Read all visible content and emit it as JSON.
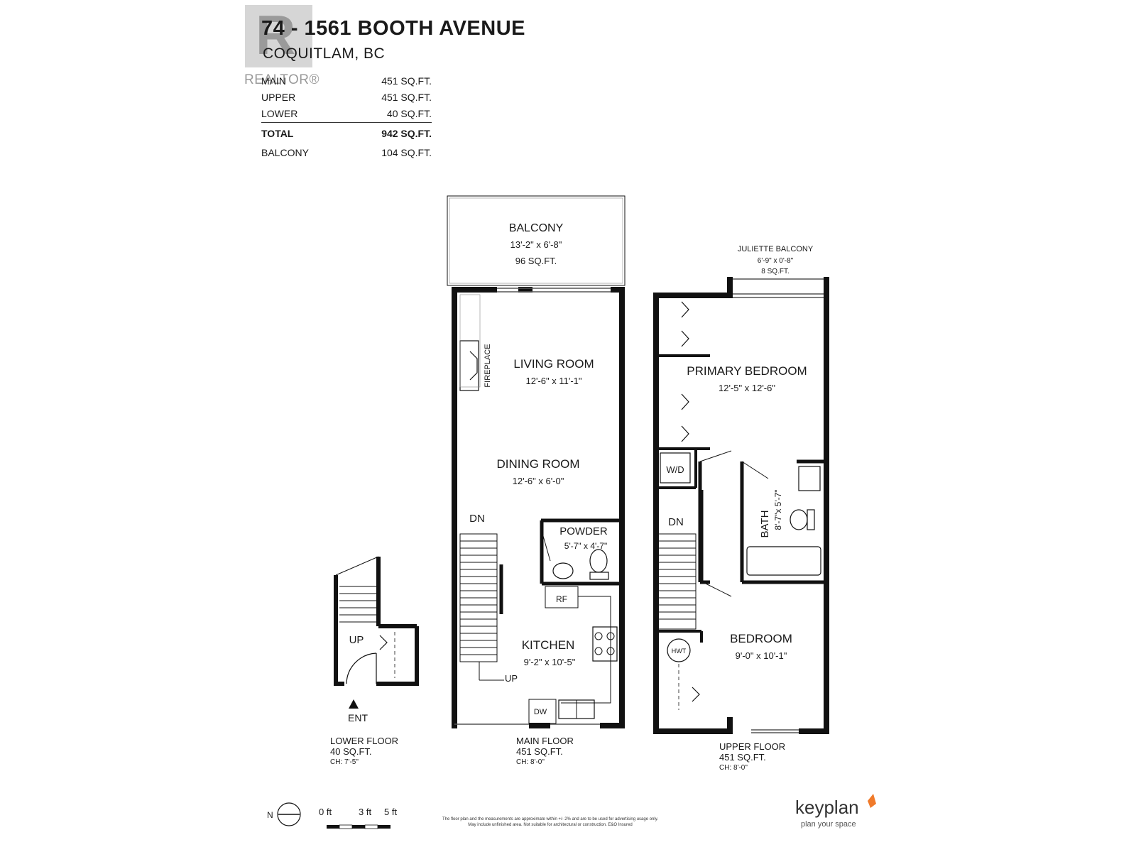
{
  "header": {
    "address": "74 - 1561 BOOTH AVENUE",
    "city": "COQUITLAM, BC",
    "logo_text": "REALTOR®"
  },
  "areas": [
    {
      "label": "MAIN",
      "value": "451 SQ.FT."
    },
    {
      "label": "UPPER",
      "value": "451 SQ.FT."
    },
    {
      "label": "LOWER",
      "value": "40 SQ.FT."
    },
    {
      "label": "TOTAL",
      "value": "942 SQ.FT."
    },
    {
      "label": "BALCONY",
      "value": "104 SQ.FT."
    }
  ],
  "rooms": {
    "balcony": {
      "name": "BALCONY",
      "dims": "13'-2\"  x  6'-8\"",
      "area": "96 SQ.FT."
    },
    "living": {
      "name": "LIVING ROOM",
      "dims": "12'-6\"  x  11'-1\""
    },
    "fireplace": "FIREPLACE",
    "dining": {
      "name": "DINING ROOM",
      "dims": "12'-6\"  x  6'-0\""
    },
    "powder": {
      "name": "POWDER",
      "dims": "5'-7\" x 4'-7\""
    },
    "kitchen": {
      "name": "KITCHEN",
      "dims": "9'-2\"  x  10'-5\""
    },
    "rf": "RF",
    "dw": "DW",
    "juliette": {
      "name": "JULIETTE BALCONY",
      "dims": "6'-9\"  x  0'-8\"",
      "area": "8 SQ.FT."
    },
    "primary": {
      "name": "PRIMARY BEDROOM",
      "dims": "12'-5\"  x  12'-6\""
    },
    "wd": "W/D",
    "bath": {
      "name": "BATH",
      "dims": "8'-7\"x 5'-7\""
    },
    "bedroom": {
      "name": "BEDROOM",
      "dims": "9'-0\"  x  10'-1\""
    },
    "hwt": "HWT",
    "up": "UP",
    "dn": "DN",
    "ent": "ENT"
  },
  "floors": {
    "lower": {
      "name": "LOWER FLOOR",
      "area": "40 SQ.FT.",
      "ch": "CH: 7'-5\""
    },
    "main": {
      "name": "MAIN FLOOR",
      "area": "451 SQ.FT.",
      "ch": "CH: 8'-0\""
    },
    "upper": {
      "name": "UPPER FLOOR",
      "area": "451 SQ.FT.",
      "ch": "CH: 8'-0\""
    }
  },
  "scale": {
    "north": "N",
    "zero": "0 ft",
    "three": "3 ft",
    "five": "5 ft"
  },
  "footer": {
    "line1": "The floor plan and the measurements are approximate within +/- 2% and are to be used for advertising usage only.",
    "line2": "May include unfinished area. Not suitable for architectural or construction. E&O Insured"
  },
  "brand": {
    "name": "keyplan",
    "tagline": "plan your space",
    "accent": "#f07a2a"
  }
}
